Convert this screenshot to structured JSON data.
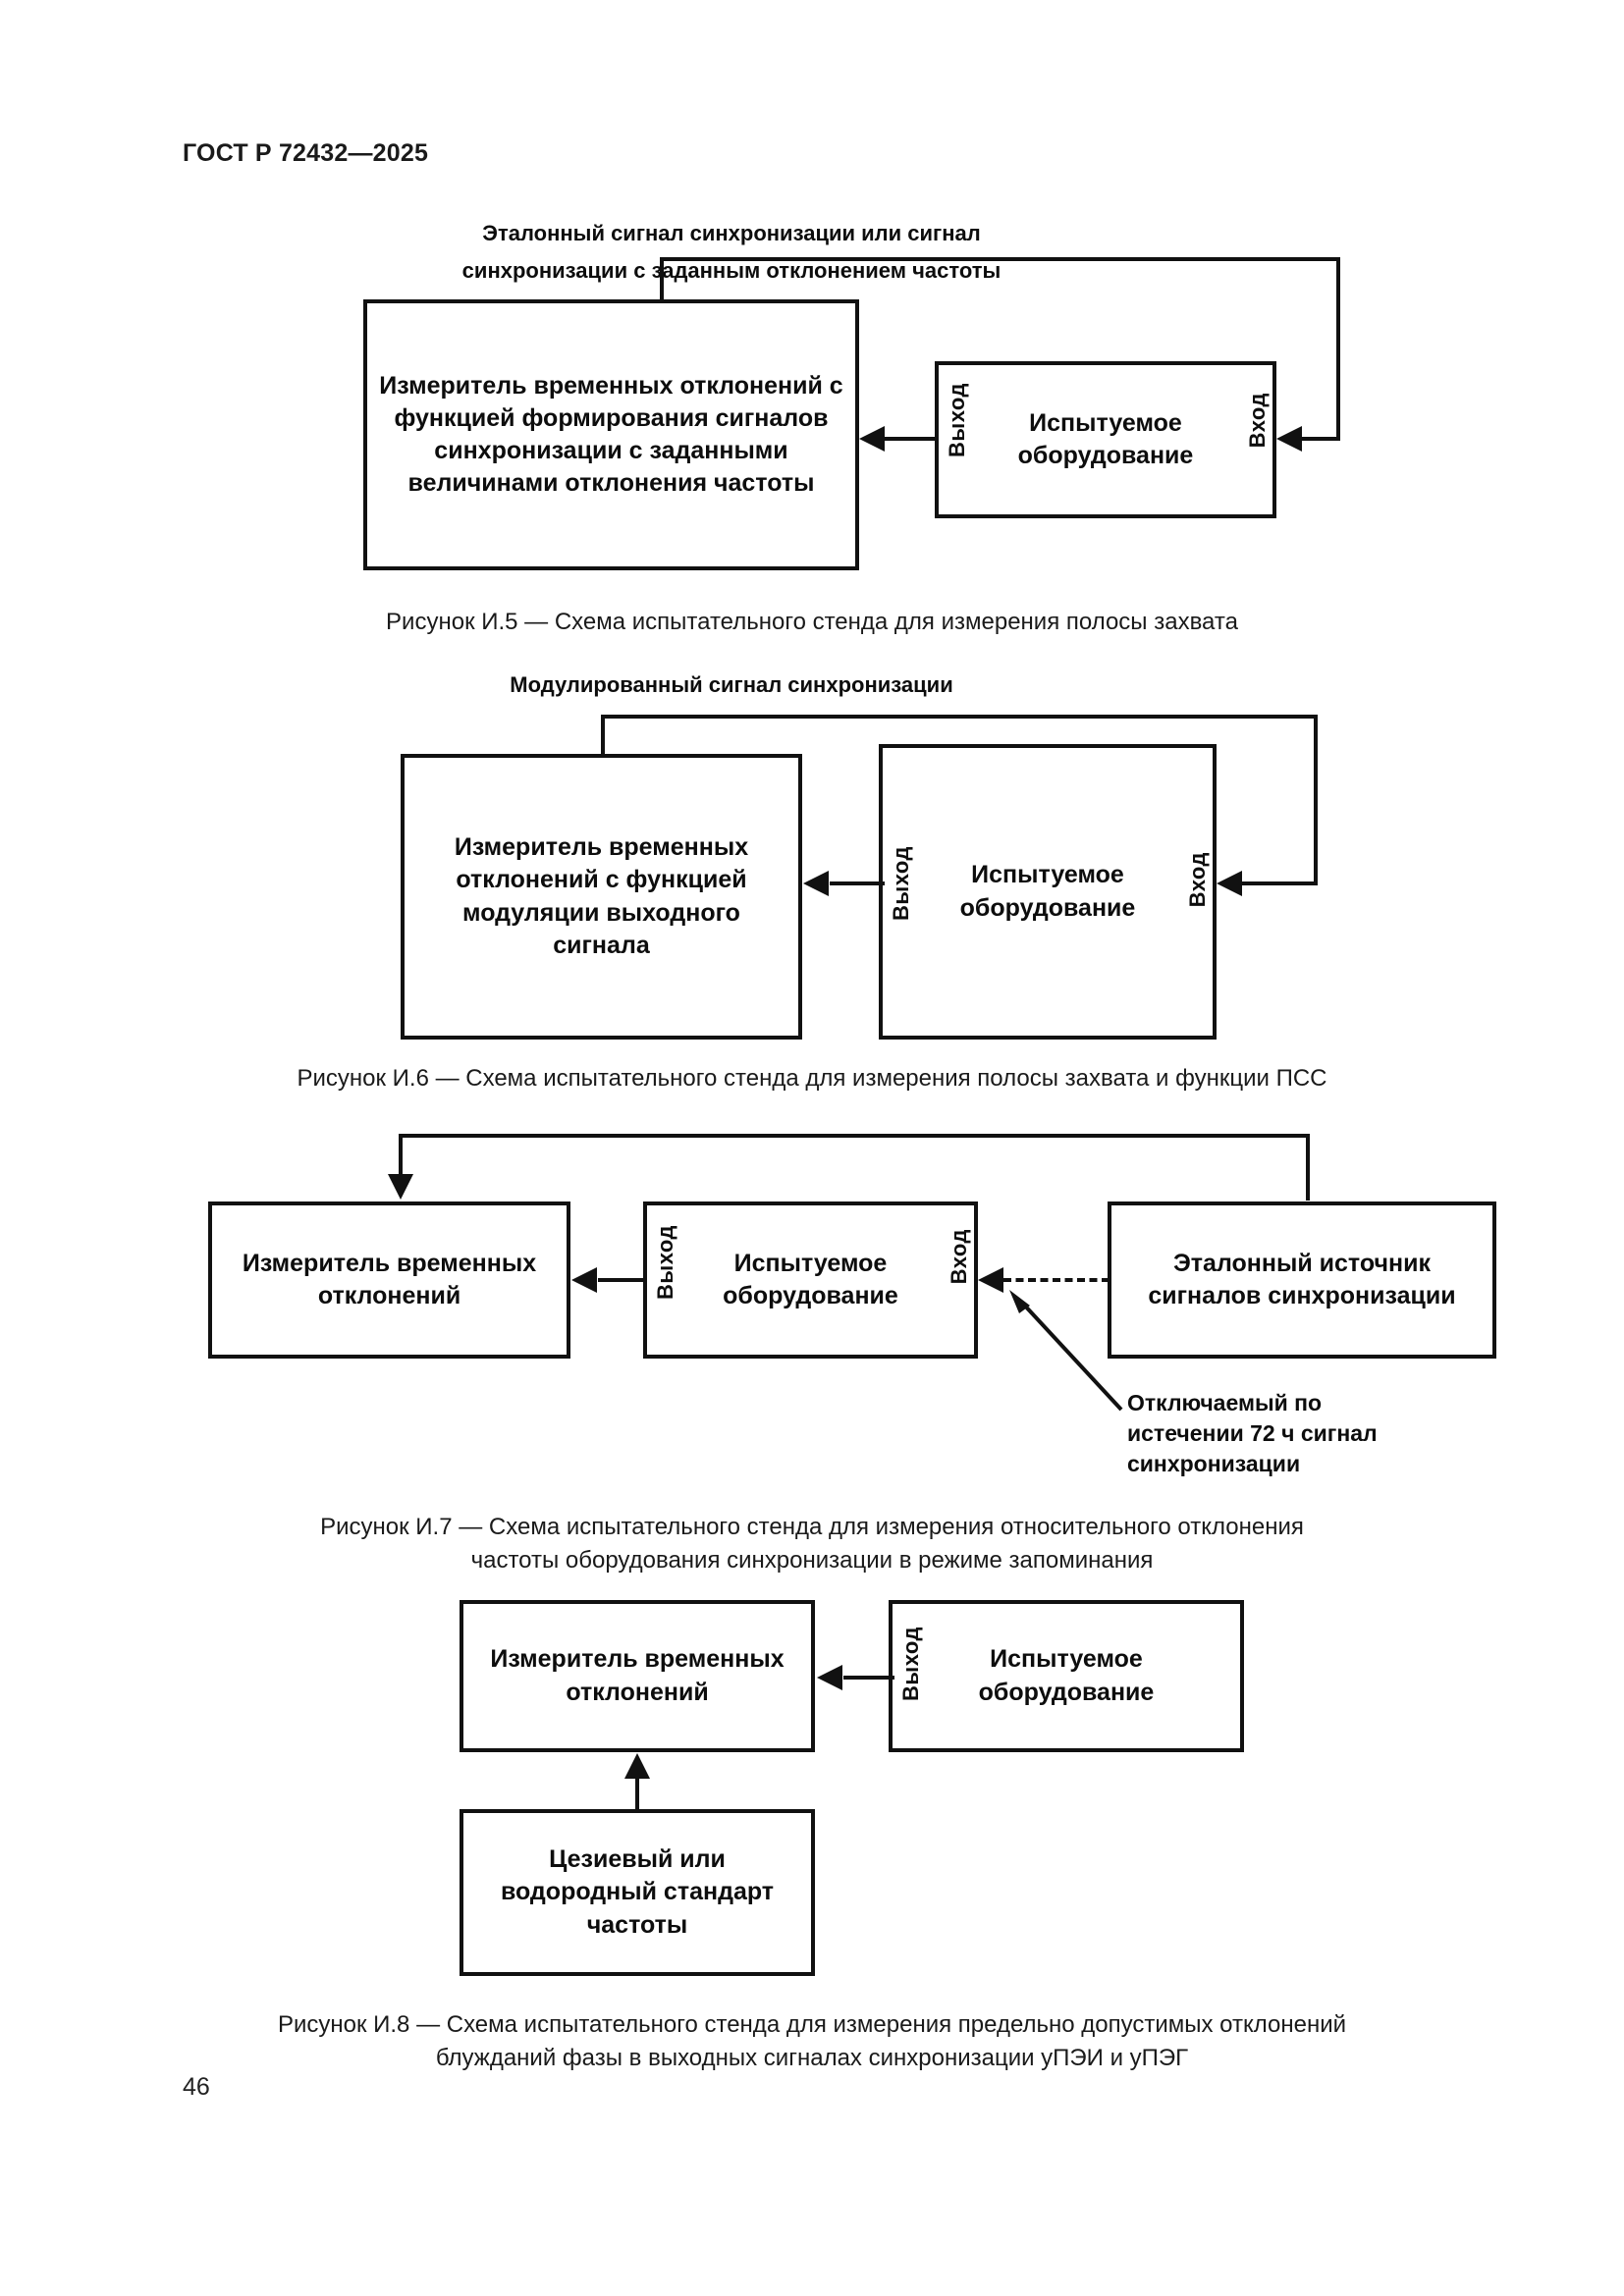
{
  "document": {
    "standard_header": "ГОСТ Р 72432—2025",
    "page_number": "46"
  },
  "figures": [
    {
      "id": "figure-i5",
      "signal_label_line1": "Эталонный сигнал синхронизации или сигнал",
      "signal_label_line2": "синхронизации с заданным отклонением частоты",
      "meter_box": "Измеритель временных отклонений с функцией формирования сигналов синхронизации с заданными величинами отклонения частоты",
      "equipment_box": "Испытуемое оборудование",
      "port_output": "Выход",
      "port_input": "Вход",
      "caption": "Рисунок И.5 — Схема испытательного стенда для измерения полосы захвата"
    },
    {
      "id": "figure-i6",
      "signal_label": "Модулированный сигнал синхронизации",
      "meter_box": "Измеритель временных отклонений с функцией модуляции выходного сигнала",
      "equipment_box": "Испытуемое оборудование",
      "port_output": "Выход",
      "port_input": "Вход",
      "caption": "Рисунок И.6 — Схема испытательного стенда для измерения полосы захвата и функции ПСС"
    },
    {
      "id": "figure-i7",
      "meter_box": "Измеритель временных отклонений",
      "equipment_box": "Испытуемое оборудование",
      "reference_box": "Эталонный источник сигналов синхронизации",
      "port_output": "Выход",
      "port_input": "Вход",
      "annotation": "Отключаемый по истечении 72 ч сигнал синхронизации",
      "caption_line1": "Рисунок И.7 — Схема испытательного стенда для измерения относительного отклонения",
      "caption_line2": "частоты оборудования синхронизации в режиме запоминания"
    },
    {
      "id": "figure-i8",
      "meter_box": "Измеритель временных отклонений",
      "equipment_box": "Испытуемое оборудование",
      "standard_box": "Цезиевый или водородный стандарт частоты",
      "port_output": "Выход",
      "caption_line1": "Рисунок И.8 — Схема испытательного стенда для измерения предельно допустимых отклонений",
      "caption_line2": "блужданий фазы в выходных сигналах синхронизации уПЭИ и уПЭГ"
    }
  ],
  "colors": {
    "line": "#111111",
    "text": "#0d0d0d",
    "background": "#ffffff"
  }
}
